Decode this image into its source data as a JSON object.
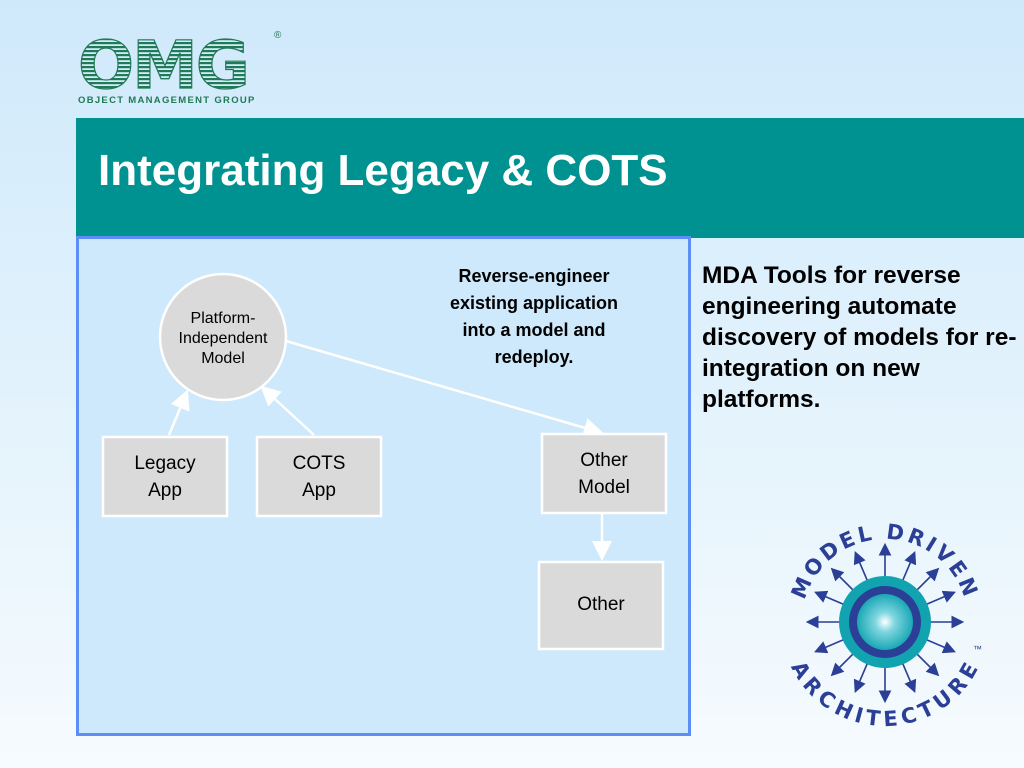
{
  "header": {
    "logo_text": "OMG",
    "tagline": "OBJECT MANAGEMENT GROUP",
    "registered_mark": "®",
    "title": "Integrating Legacy & COTS"
  },
  "diagram": {
    "pim_lines": [
      "Platform-",
      "Independent",
      "Model"
    ],
    "legacy_lines": [
      "Legacy",
      "App"
    ],
    "cots_lines": [
      "COTS",
      "App"
    ],
    "other_model_lines": [
      "Other",
      "Model"
    ],
    "other_label": "Other",
    "note_lines": [
      "Reverse-engineer",
      "existing application",
      "into a model and",
      "redeploy."
    ]
  },
  "side_text": "MDA Tools for reverse engineering automate discovery of models for re-integration on new platforms.",
  "mda_logo": {
    "top_text": "MODEL DRIVEN",
    "bottom_text": "ARCHITECTURE",
    "trademark": "™"
  },
  "colors": {
    "title_band": "#009191",
    "panel_bg": "#cde9fb",
    "panel_border": "#5b8ff5",
    "omg_green": "#1f7a55",
    "mda_navy": "#2a3f95",
    "mda_teal": "#12a3b1"
  }
}
